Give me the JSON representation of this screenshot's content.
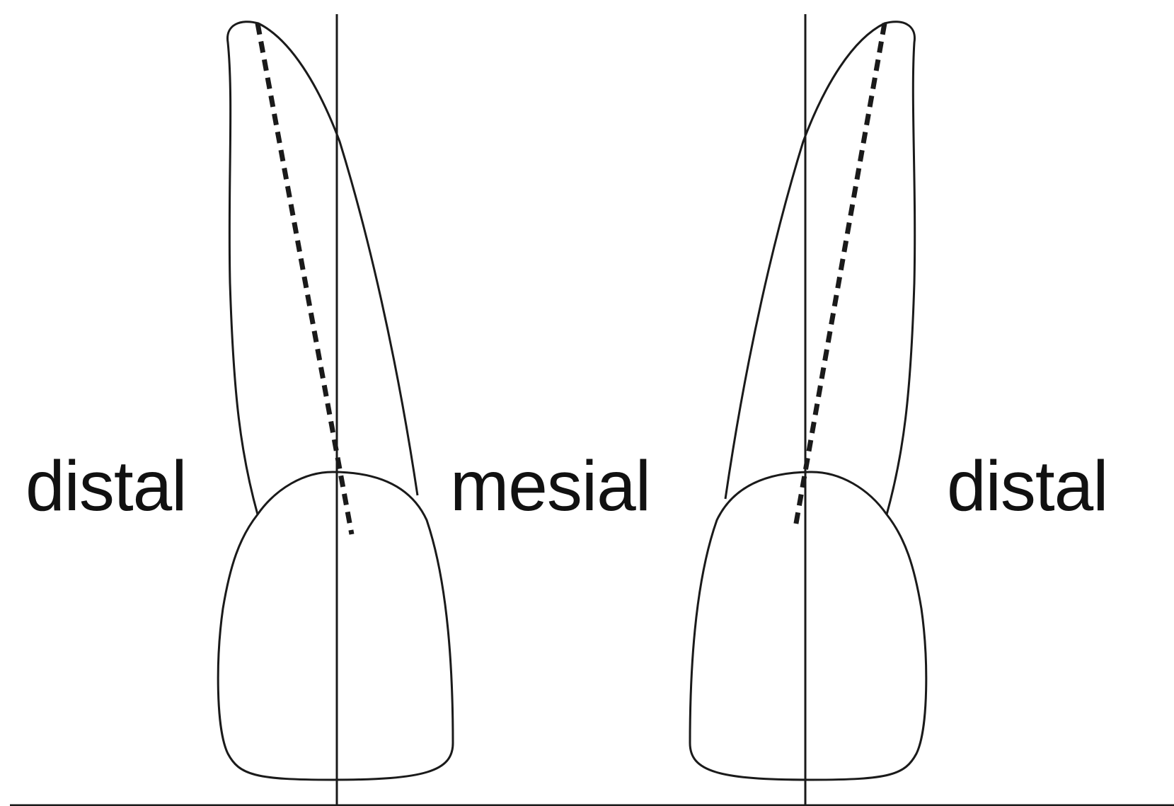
{
  "labels": {
    "distal_left": "distal",
    "mesial": "mesial",
    "distal_right": "distal"
  },
  "colors": {
    "stroke": "#1a1a1a",
    "background": "#ffffff"
  }
}
